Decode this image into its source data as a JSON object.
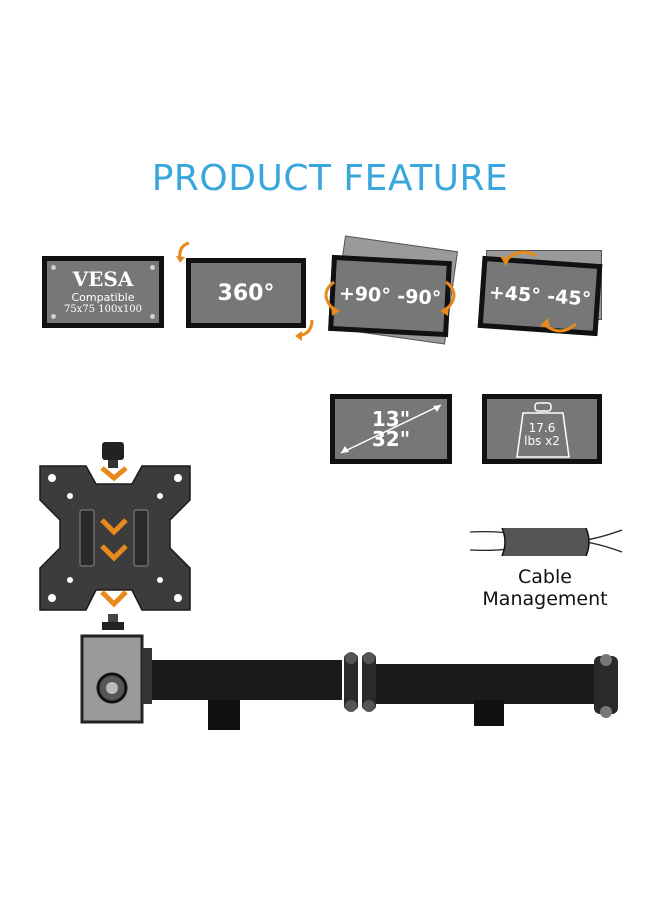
{
  "title": "PRODUCT FEATURE",
  "features": {
    "vesa": {
      "line1": "VESA",
      "line2": "Compatible",
      "line3": "75x75 100x100"
    },
    "swivel": {
      "label": "360°"
    },
    "tilt90": {
      "left": "+90°",
      "right": "-90°"
    },
    "tilt45": {
      "left": "+45°",
      "right": "-45°"
    },
    "size": {
      "min": "13\"",
      "max": "32\""
    },
    "weight": {
      "line1": "17.6",
      "line2": "lbs x2"
    }
  },
  "cable": {
    "line1": "Cable",
    "line2": "Management"
  },
  "colors": {
    "accent": "#3aa6de",
    "arrow": "#e8891c",
    "screen": "#777777",
    "bezel": "#111111"
  },
  "icons": [
    "rotate-arrow-icon",
    "size-diagonal-icon",
    "weight-icon",
    "cable-icon",
    "down-chevron-icon"
  ]
}
